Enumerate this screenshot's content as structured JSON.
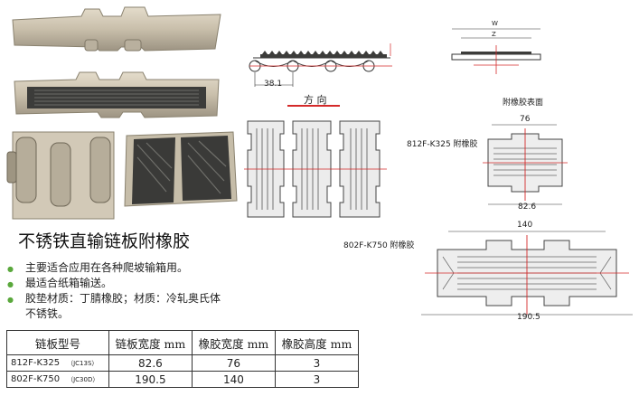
{
  "product": {
    "title": "不锈铁直输链板附橡胶",
    "bullets": [
      "主要适合应用在各种爬坡输箱用。",
      "最适合纸箱输送。",
      "胶垫材质：丁腈橡胶；材质：冷轧奥氏体"
    ],
    "bullet_continuation": "不锈铁。"
  },
  "diagram_labels": {
    "direction": "方 向",
    "pitch": "38.1",
    "rubber_surface": "附橡胶表面",
    "w_mark": "W",
    "z_mark": "Z",
    "model_812": "812F-K325 附橡胶",
    "model_802": "802F-K750 附橡胶",
    "dim_76": "76",
    "dim_82_6": "82.6",
    "dim_140": "140",
    "dim_190_5": "190.5"
  },
  "spec_table": {
    "headers": [
      "链板型号",
      "链板宽度 mm",
      "橡胶宽度 mm",
      "橡胶高度 mm"
    ],
    "rows": [
      {
        "model": "812F-K325",
        "code": "（JC13S）",
        "chain_width": "82.6",
        "rubber_width": "76",
        "rubber_height": "3"
      },
      {
        "model": "802F-K750",
        "code": "（JC30D）",
        "chain_width": "190.5",
        "rubber_width": "140",
        "rubber_height": "3"
      }
    ]
  },
  "colors": {
    "rubber": "#3c3c3a",
    "steel": "#cbc4b4",
    "dimension_red": "#d42a2a",
    "bullet_green": "#5aa83c"
  }
}
